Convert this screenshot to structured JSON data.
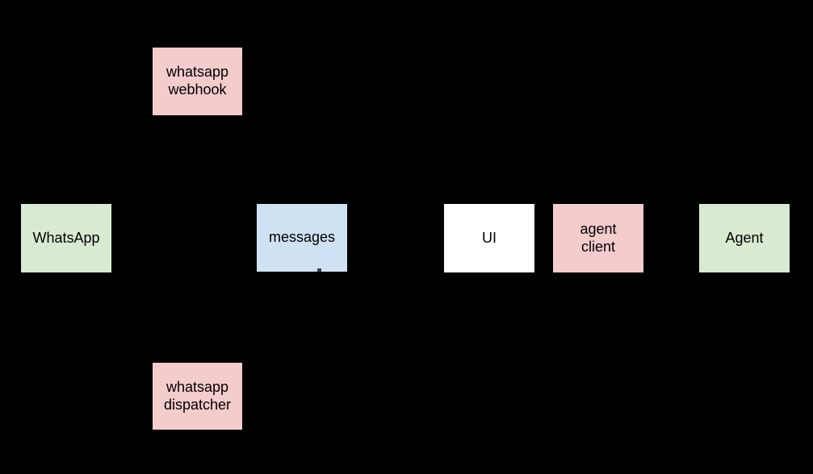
{
  "diagram": {
    "background_color": "#000000",
    "text_color": "#000000",
    "palette": {
      "green": "#d9ead3",
      "pink": "#f4cccc",
      "blue": "#cfe2f3",
      "white": "#ffffff"
    },
    "nodes": [
      {
        "id": "whatsapp-webhook",
        "label": "whatsapp\nwebhook",
        "color": "#f4cccc"
      },
      {
        "id": "whatsapp",
        "label": "WhatsApp",
        "color": "#d9ead3"
      },
      {
        "id": "messages",
        "label": "messages",
        "color": "#cfe2f3"
      },
      {
        "id": "ui",
        "label": "UI",
        "color": "#ffffff"
      },
      {
        "id": "agent-client",
        "label": "agent\nclient",
        "color": "#f4cccc"
      },
      {
        "id": "agent",
        "label": "Agent",
        "color": "#d9ead3"
      },
      {
        "id": "whatsapp-dispatcher",
        "label": "whatsapp\ndispatcher",
        "color": "#f4cccc"
      }
    ]
  }
}
